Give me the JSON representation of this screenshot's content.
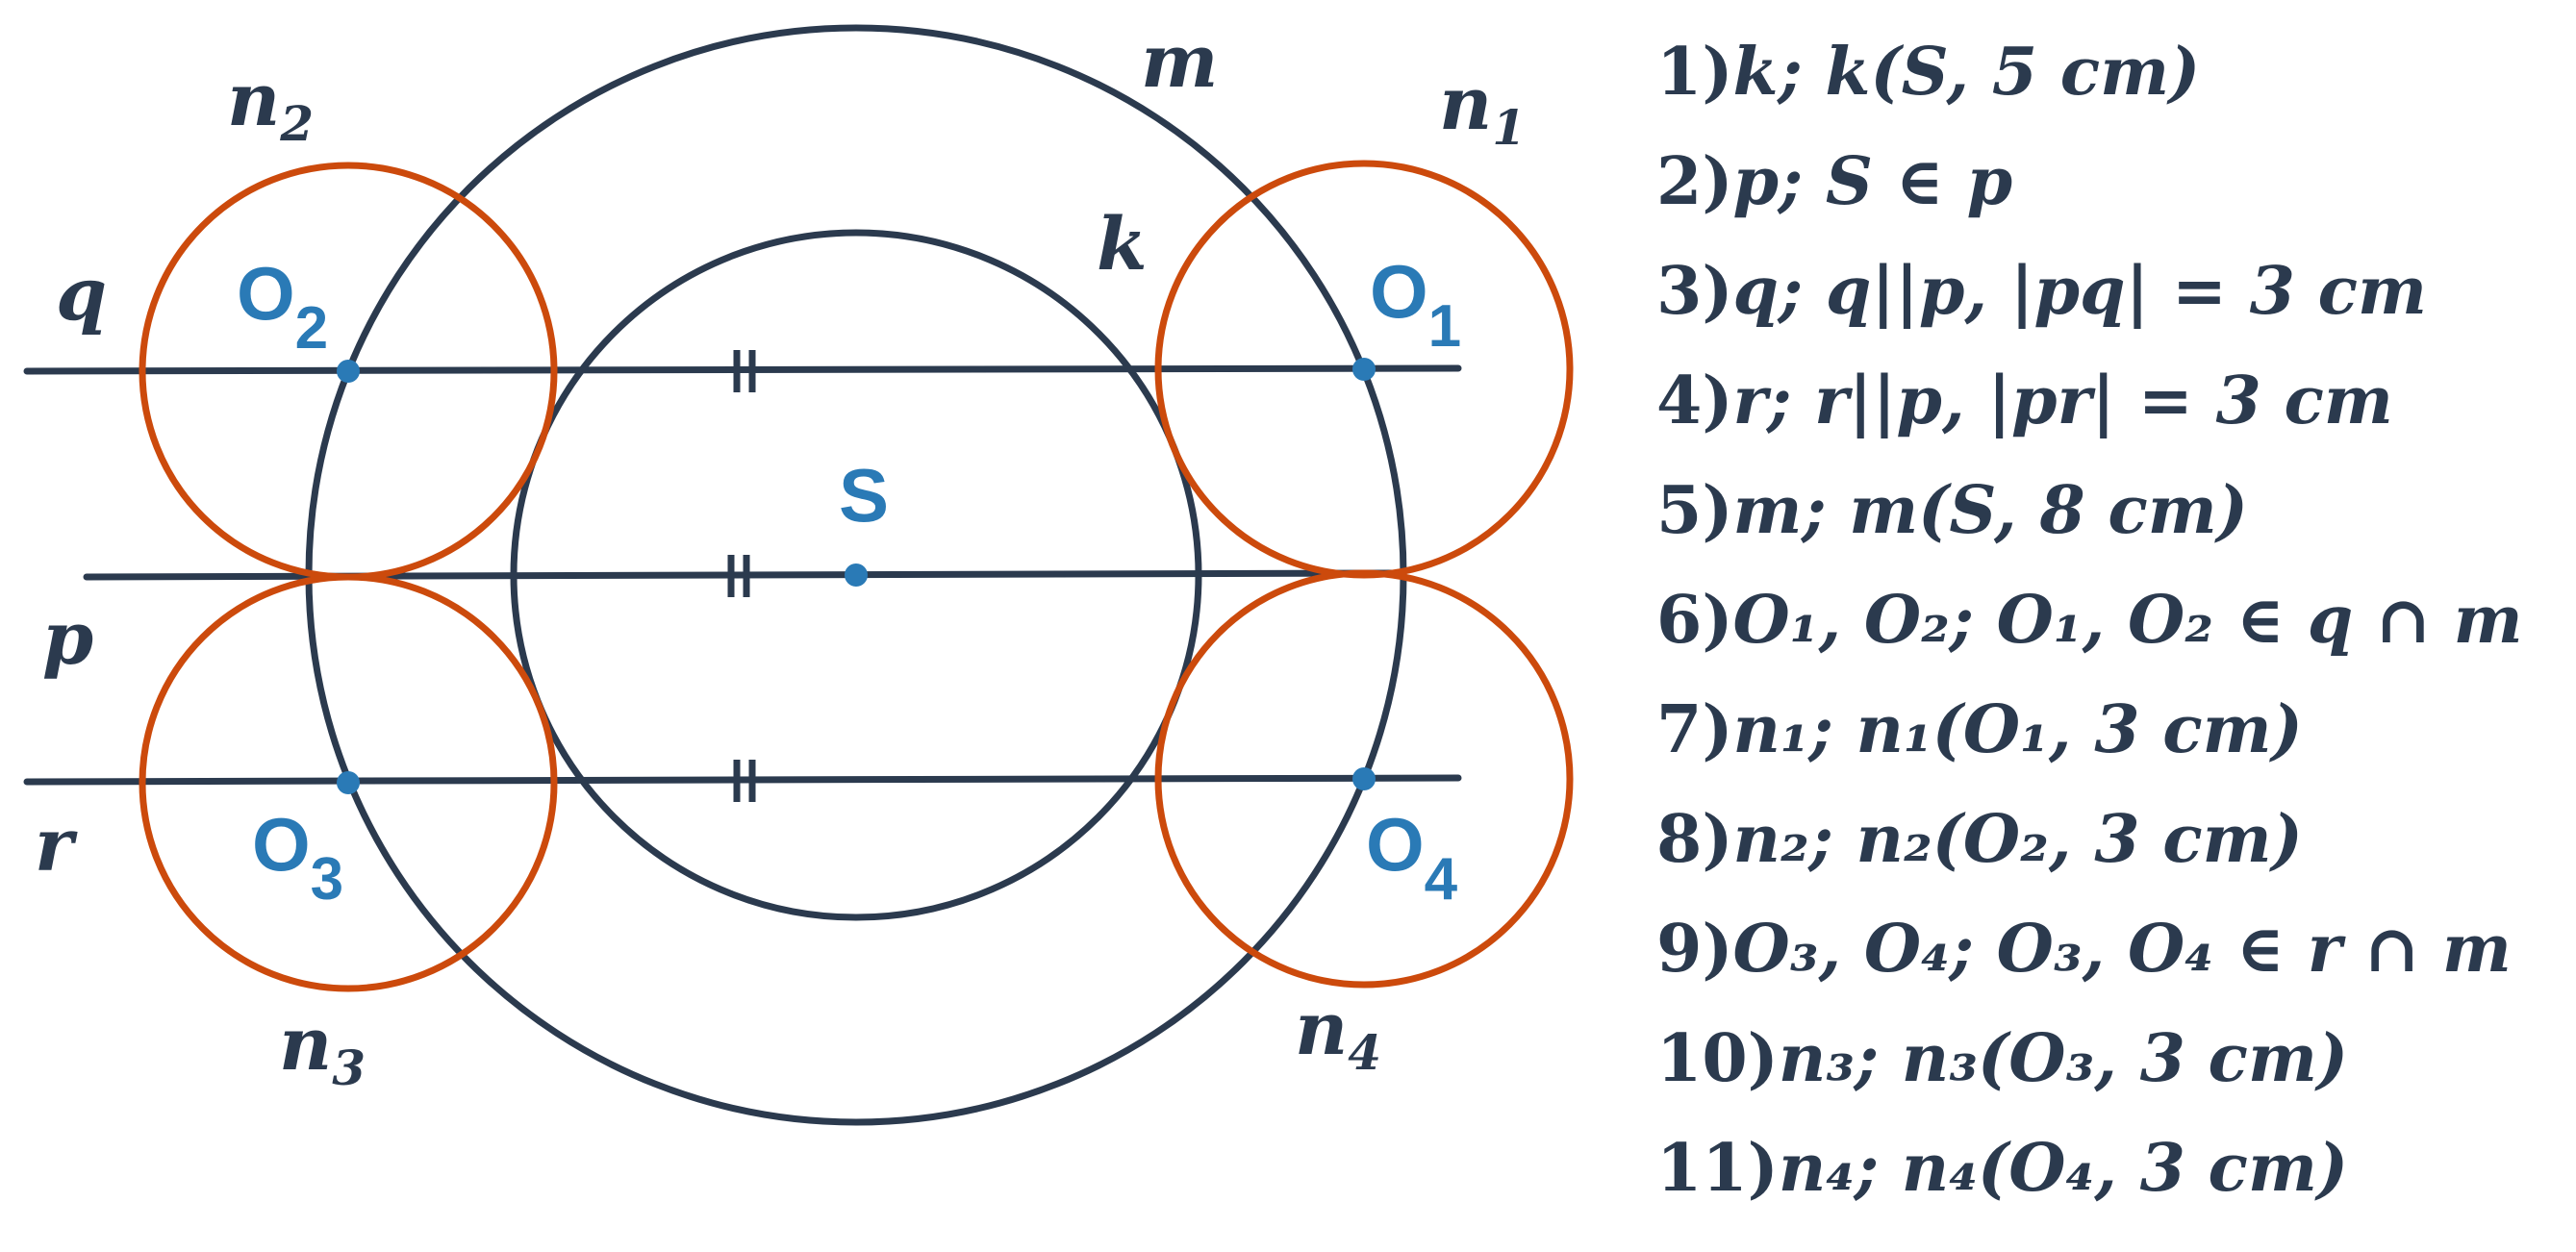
{
  "colors": {
    "line": "#2b3a4e",
    "circle_small": "#cc4a0c",
    "point": "#2a7ab6"
  },
  "labels": {
    "k": "k",
    "m": "m",
    "p": "p",
    "q": "q",
    "r": "r",
    "n1": "n",
    "n1_sub": "1",
    "n2": "n",
    "n2_sub": "2",
    "n3": "n",
    "n3_sub": "3",
    "n4": "n",
    "n4_sub": "4",
    "S": "S",
    "O1": "O",
    "O1_sub": "1",
    "O2": "O",
    "O2_sub": "2",
    "O3": "O",
    "O3_sub": "3",
    "O4": "O",
    "O4_sub": "4"
  },
  "steps": [
    {
      "num": "1)",
      "expr": "k; k(S, 5 cm)"
    },
    {
      "num": "2)",
      "expr": "p; S ∈ p"
    },
    {
      "num": "3)",
      "expr": "q; q||p, |pq| = 3 cm"
    },
    {
      "num": "4)",
      "expr": "r; r||p, |pr| = 3 cm"
    },
    {
      "num": "5)",
      "expr": "m; m(S, 8 cm)"
    },
    {
      "num": "6)",
      "expr": "O₁, O₂; O₁, O₂ ∈ q ∩ m"
    },
    {
      "num": "7)",
      "expr": "n₁; n₁(O₁, 3 cm)"
    },
    {
      "num": "8)",
      "expr": "n₂; n₂(O₂, 3 cm)"
    },
    {
      "num": "9)",
      "expr": "O₃, O₄; O₃, O₄ ∈ r ∩ m"
    },
    {
      "num": "10)",
      "expr": "n₃; n₃(O₃, 3 cm)"
    },
    {
      "num": "11)",
      "expr": "n₄; n₄(O₄, 3 cm)"
    }
  ]
}
